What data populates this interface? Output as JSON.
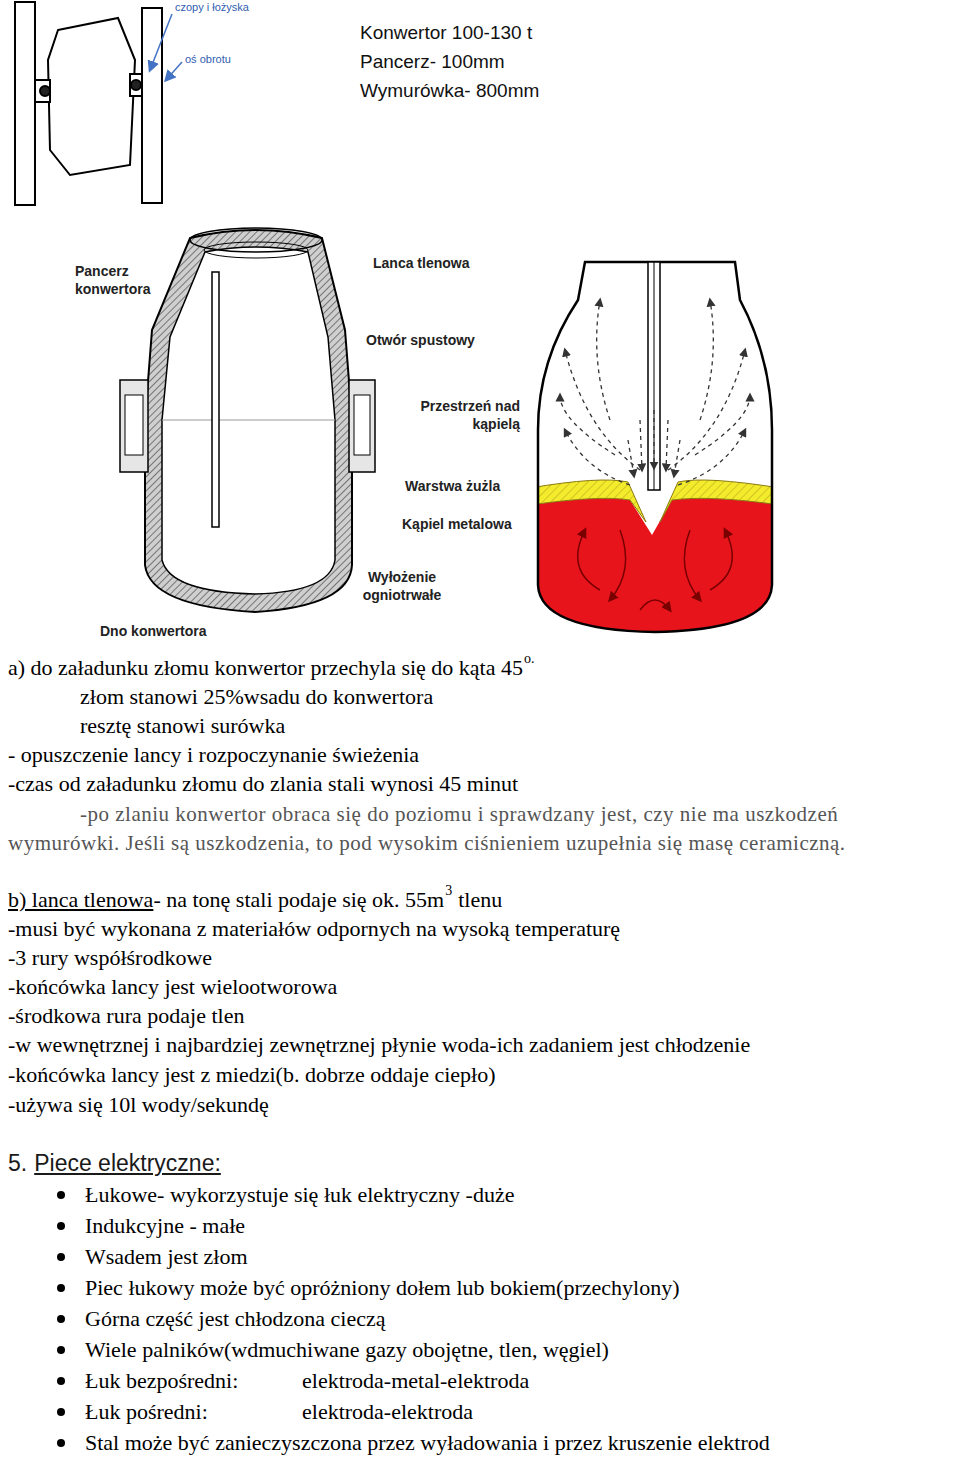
{
  "diagram": {
    "labels": [
      "czopy i łożyska",
      "oś obrotu",
      "Konwertor 100-130 t",
      "Pancerz- 100mm",
      "Wymurówka- 800mm",
      "Lanca tlenowa",
      "Pancerz konwertora",
      "Otwór spustowy",
      "Przestrzeń nad kąpielą",
      "Warstwa żużla",
      "Kąpiel metalowa",
      "Wyłożenie ogniotrwałe",
      "Dno konwertora",
      "a) do załadunku złomu konwertor przechyla się do kąta 45",
      "o.",
      "złom stanowi 25%wsadu do konwertora",
      "resztę stanowi surówka",
      "- opuszczenie lancy i rozpoczynanie świeżenia",
      "-czas od załadunku złomu do zlania stali wynosi 45 minut",
      "-po zlaniu konwertor obraca się do poziomu i sprawdzany jest, czy nie ma uszkodzeń wymurówki. Jeśli są uszkodzenia, to pod wysokim ciśnieniem uzupełnia się masę ceramiczną.",
      "b) lanca tlenowa",
      "- na tonę stali podaje się ok. 55m",
      "3",
      "tlenu",
      "-musi być wykonana z materiałów odpornych na wysoką temperaturę",
      "-3 rury współśrodkowe",
      "-końcówka lancy jest wielootworowa",
      "-środkowa rura podaje tlen",
      "-w wewnętrznej i najbardziej zewnętrznej płynie woda-ich zadaniem jest chłodzenie",
      "-końcówka lancy jest z miedzi(b. dobrze oddaje ciepło)",
      "-używa się 10l wody/sekundę",
      "5.",
      "Piece elektryczne:",
      "Łukowe- wykorzystuje się łuk elektryczny -duże",
      "Indukcyjne - małe",
      "Wsadem jest złom",
      "Piec łukowy może być opróżniony dołem lub bokiem(przechylony)",
      "Górna część jest chłodzona cieczą",
      "Wiele palników(wdmuchiwane gazy obojętne, tlen, węgiel)",
      "Łuk bezpośredni:",
      "elektroda-metal-elektroda",
      "Łuk pośredni:",
      "elektroda-elektroda",
      "Stal może być zanieczyszczona przez wyładowania i przez kruszenie elektrod"
    ]
  }
}
